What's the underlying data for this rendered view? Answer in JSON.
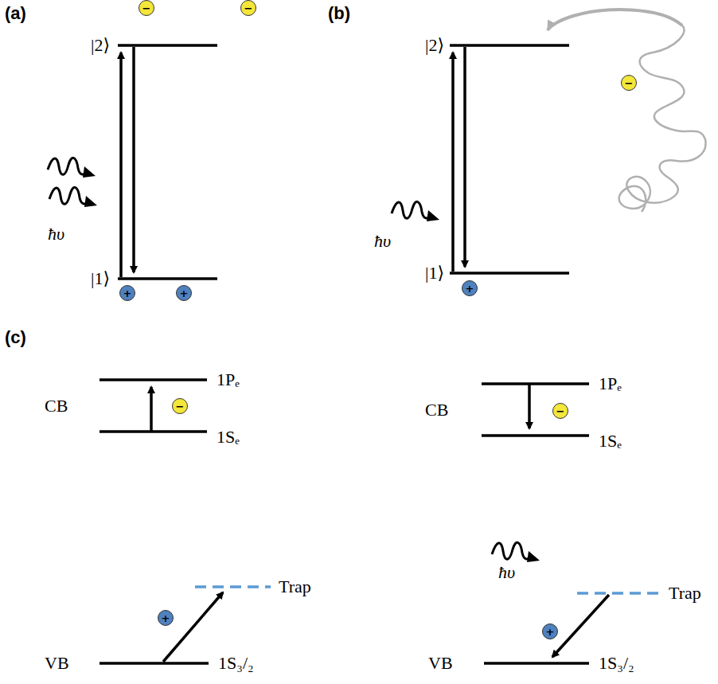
{
  "diagram": {
    "nodes": [
      {
        "text": [
          "−"
        ]
      },
      {
        "text": [
          "−"
        ]
      },
      {
        "text": [
          "+"
        ]
      },
      {
        "text": [
          "+"
        ]
      },
      {
        "text": [
          "−"
        ]
      },
      {
        "text": [
          "+"
        ]
      },
      {
        "text": [
          "−"
        ]
      },
      {
        "text": [
          "+"
        ]
      },
      {
        "text": [
          "−"
        ]
      },
      {
        "text": [
          "+"
        ]
      }
    ],
    "labels": [
      "(a)",
      "|2⟩",
      "|1⟩",
      "ħυ",
      "(b)",
      "|2⟩",
      "|1⟩",
      "ħυ",
      "(c)",
      "CB",
      "1Pₑ",
      "1Sₑ",
      "Trap",
      "VB",
      "1S₃/₂",
      "CB",
      "1Pₑ",
      "1Sₑ",
      "ħυ",
      "Trap",
      "VB",
      "1S₃/₂"
    ]
  }
}
